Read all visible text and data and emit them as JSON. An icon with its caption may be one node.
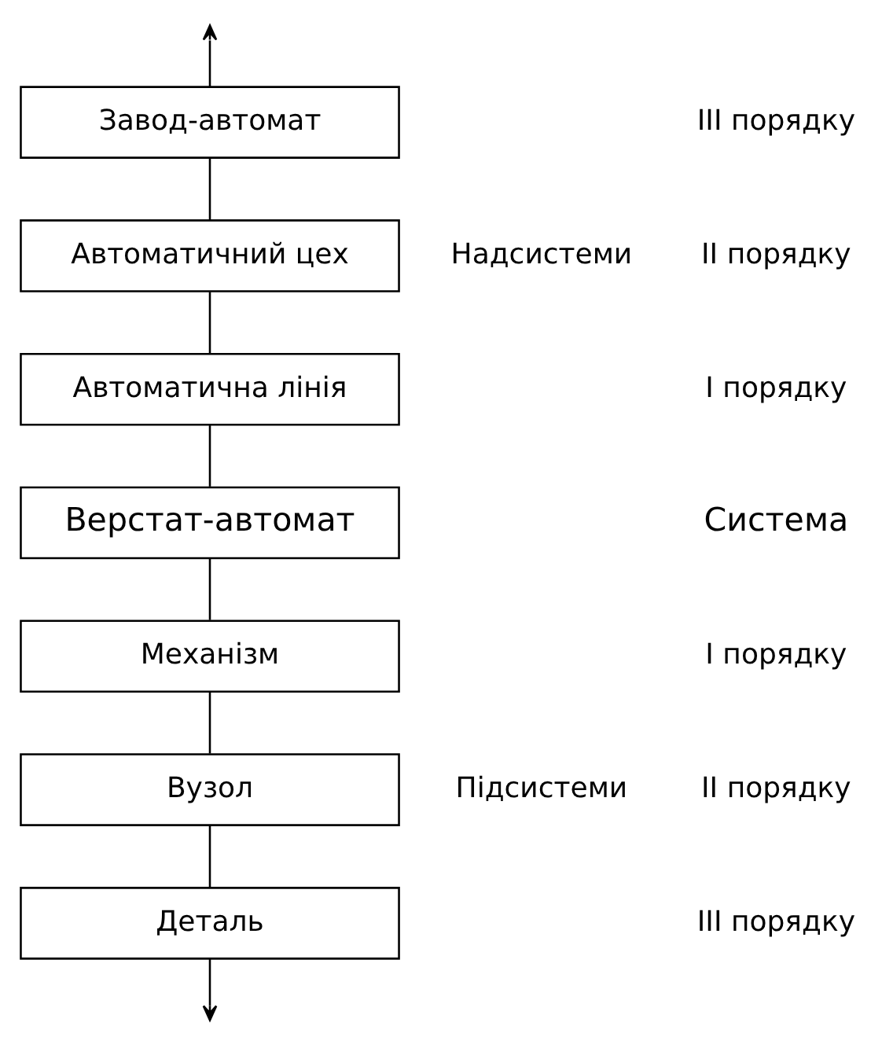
{
  "diagram": {
    "nodes": [
      {
        "text": [
          "Завод-автомат"
        ]
      },
      {
        "text": [
          "Автоматичний цех"
        ]
      },
      {
        "text": [
          "Автоматична лінія"
        ]
      },
      {
        "text": [
          "Верстат-автомат"
        ]
      },
      {
        "text": [
          "Механізм"
        ]
      },
      {
        "text": [
          "Вузол"
        ]
      },
      {
        "text": [
          "Деталь"
        ]
      }
    ],
    "edges": [
      {
        "from": 0,
        "to": null,
        "arrow": "to"
      },
      {
        "from": 0,
        "to": 1,
        "arrow": "none"
      },
      {
        "from": 1,
        "to": 2,
        "arrow": "none"
      },
      {
        "from": 2,
        "to": 3,
        "arrow": "none"
      },
      {
        "from": 3,
        "to": 4,
        "arrow": "none"
      },
      {
        "from": 4,
        "to": 5,
        "arrow": "none"
      },
      {
        "from": 5,
        "to": 6,
        "arrow": "none"
      },
      {
        "from": 6,
        "to": null,
        "arrow": "to"
      }
    ],
    "labels": [
      "III порядку",
      "Надсистеми",
      "II порядку",
      "I порядку",
      "Система",
      "I порядку",
      "Підсистеми",
      "II порядку",
      "III порядку"
    ]
  }
}
